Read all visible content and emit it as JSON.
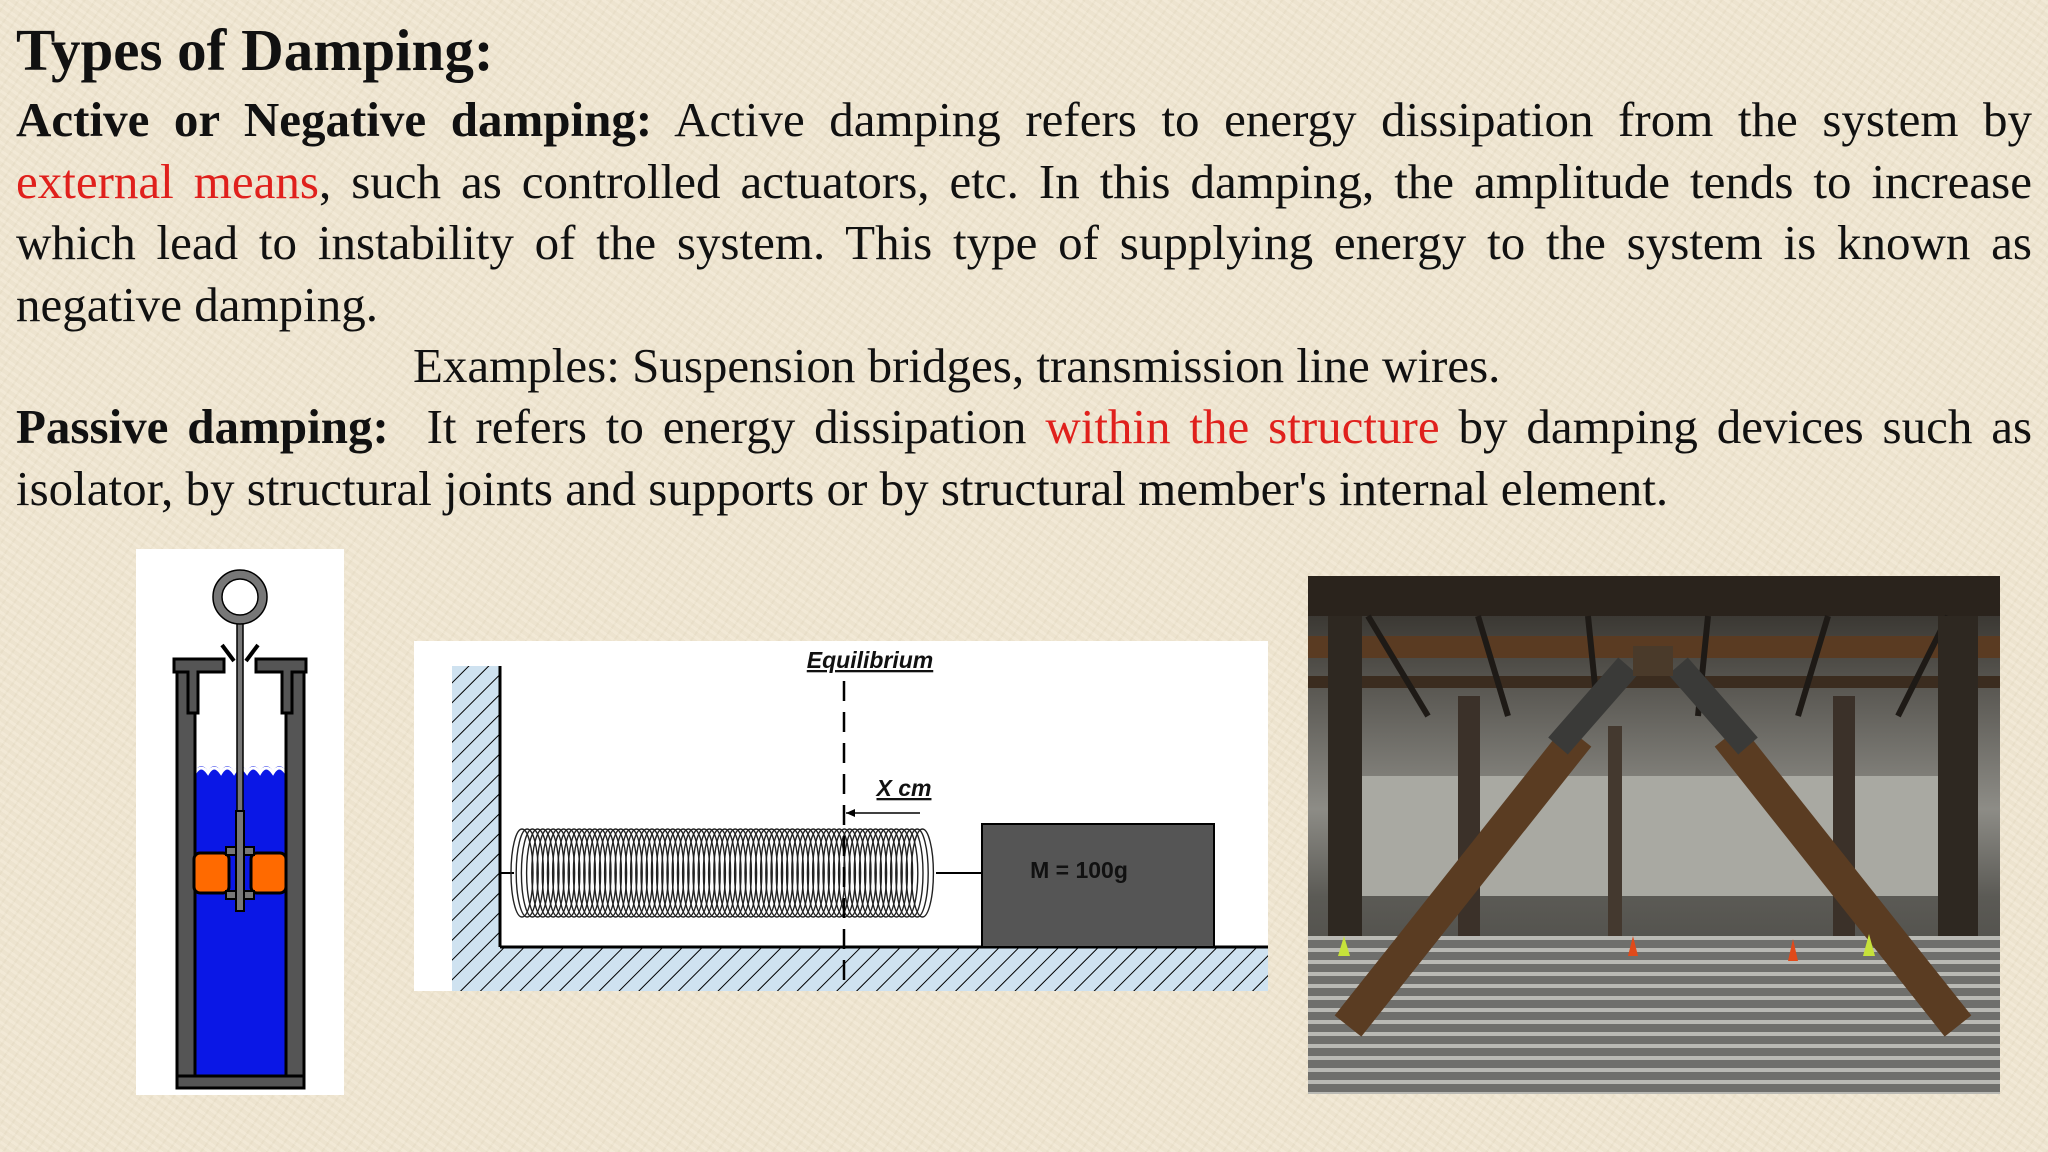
{
  "slide": {
    "title": "Types of Damping:",
    "active": {
      "label": "Active or Negative damping:",
      "line1_text": "Active damping refers to energy dissipation from the system by",
      "highlight": "external means",
      "line2_rest": ", such as controlled actuators, etc. In this damping, the amplitude tends to increase",
      "line3": "which lead to instability of the system. This type of supplying energy to the system is known as",
      "line4": "negative damping."
    },
    "examples": "Examples: Suspension bridges, transmission line wires.",
    "passive": {
      "label": "Passive damping:",
      "text_before": "It refers to energy dissipation",
      "highlight": "within the structure",
      "text_after": "by damping devices such as",
      "line2": "isolator, by structural joints and supports or by structural member's internal element."
    },
    "colors": {
      "highlight": "#e0201c",
      "fluid": "#0a17e6",
      "piston": "#ff6a00",
      "wall_fill": "#cfe2f0",
      "mass_fill": "#555555"
    }
  },
  "spring_diagram": {
    "equilibrium_label": "Equilibrium",
    "displacement_label": "X cm",
    "mass_label": "M = 100g"
  },
  "dashpot_figure": {
    "icon": "dashpot-icon"
  },
  "photo": {
    "icon": "steel-frame-photo-icon"
  }
}
